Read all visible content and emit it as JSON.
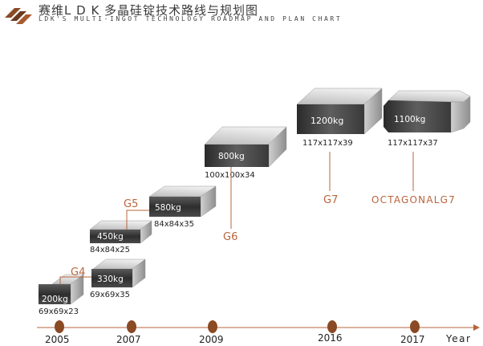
{
  "header": {
    "title": "赛维L D K 多晶硅锭技术路线与规划图",
    "subtitle": "LDK'S MULTI-INGOT TECHNOLOGY ROADMAP AND PLAN CHART"
  },
  "colors": {
    "accent": "#b8643c",
    "timeline_dot": "#8a4a24",
    "box_dark": "#3e3e3e",
    "box_light": "#d6d6d6"
  },
  "blocks": [
    {
      "id": "b1",
      "weight": "200kg",
      "dims": "69x69x23"
    },
    {
      "id": "b2",
      "weight": "330kg",
      "dims": "69x69x35"
    },
    {
      "id": "b3",
      "weight": "450kg",
      "dims": "84x84x25"
    },
    {
      "id": "b4",
      "weight": "580kg",
      "dims": "84x84x35"
    },
    {
      "id": "b5",
      "weight": "800kg",
      "dims": "100x100x34"
    },
    {
      "id": "b6",
      "weight": "1200kg",
      "dims": "117x117x39"
    },
    {
      "id": "b7",
      "weight": "1100kg",
      "dims": "117x117x37"
    }
  ],
  "generations": {
    "g4": "G4",
    "g5": "G5",
    "g6": "G6",
    "g7": "G7",
    "octagonal": "OCTAGONALG7"
  },
  "timeline": {
    "axis_label": "Year",
    "years": [
      "2005",
      "2007",
      "2009",
      "2016",
      "2017"
    ]
  }
}
